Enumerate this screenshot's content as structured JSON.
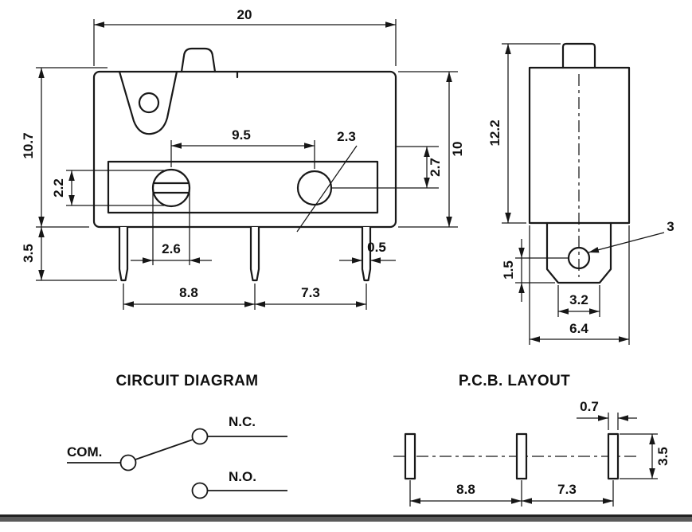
{
  "front_view": {
    "width": "20",
    "total_height": "10.7",
    "slot_offset": "2.2",
    "pin_length": "3.5",
    "hole_spacing": "9.5",
    "right_hole_diameter": "2.3",
    "hole_center_offset": "2.7",
    "body_height": "10",
    "left_hole_diameter": "2.6",
    "pin_width": "0.5",
    "pin_pitch_left": "8.8",
    "pin_pitch_right": "7.3"
  },
  "side_view": {
    "height": "12.2",
    "lug_hole_diameter": "3",
    "hole_to_edge": "1.5",
    "lug_width": "3.2",
    "depth": "6.4"
  },
  "circuit_diagram": {
    "title": "CIRCUIT DIAGRAM",
    "com_label": "COM.",
    "nc_label": "N.C.",
    "no_label": "N.O."
  },
  "pcb_layout": {
    "title": "P.C.B. LAYOUT",
    "pad_width": "0.7",
    "pad_height": "3.5",
    "pitch_left": "8.8",
    "pitch_right": "7.3"
  }
}
